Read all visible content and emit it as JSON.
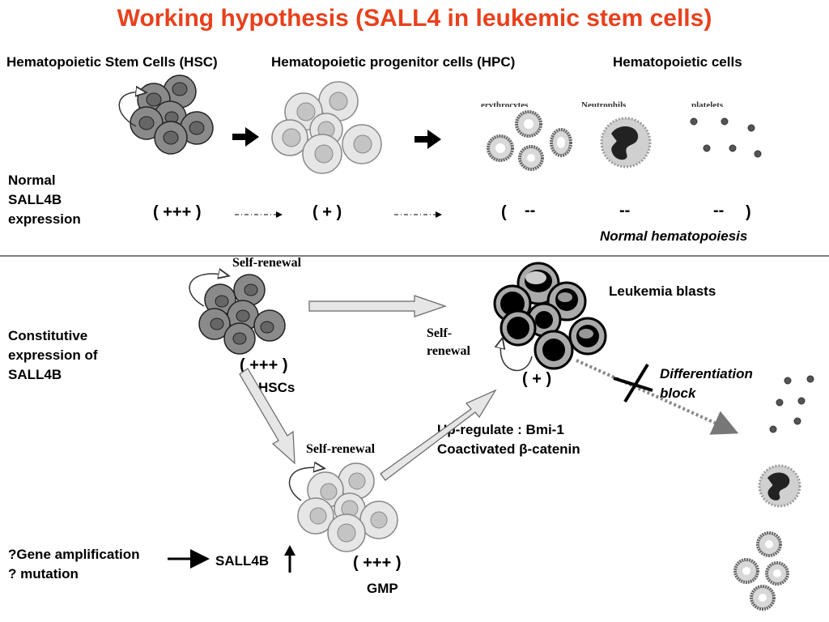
{
  "title": "Working hypothesis (SALL4 in leukemic stem cells)",
  "headers": {
    "hsc": "Hematopoietic Stem Cells (HSC)",
    "hpc": "Hematopoietic progenitor cells (HPC)",
    "cells": "Hematopoietic cells"
  },
  "mature_labels": {
    "erythrocytes": "erythrocytes",
    "neutrophils": "Neutrophils",
    "platelets": "platelets"
  },
  "normal": {
    "label_line1": "Normal",
    "label_line2": "SALL4B",
    "label_line3": "expression",
    "level_hsc": "( +++ )",
    "level_hpc": "( + )",
    "level_open": "(",
    "level_ery": "--",
    "level_neu": "--",
    "level_plt": "--",
    "level_close": ")",
    "caption": "Normal hematopoiesis"
  },
  "constitutive": {
    "label_line1": "Constitutive",
    "label_line2": "expression of",
    "label_line3": "SALL4B",
    "self_renewal_hsc": "Self-renewal",
    "level_hsc": "( +++ )",
    "hscs": "HSCs",
    "leukemia_blasts": "Leukemia blasts",
    "self_renewal_blast_1": "Self-",
    "self_renewal_blast_2": "renewal",
    "level_blast": "( + )",
    "differentiation_1": "Differentiation",
    "differentiation_2": "block",
    "upregulate_1": "Up-regulate : Bmi-1",
    "upregulate_2": "Coactivated β-catenin",
    "self_renewal_gmp": "Self-renewal",
    "level_gmp": "( +++ )",
    "gmp": "GMP",
    "gene_amp_1": "?Gene amplification",
    "gene_amp_2": "? mutation",
    "sall4b": "SALL4B"
  }
}
